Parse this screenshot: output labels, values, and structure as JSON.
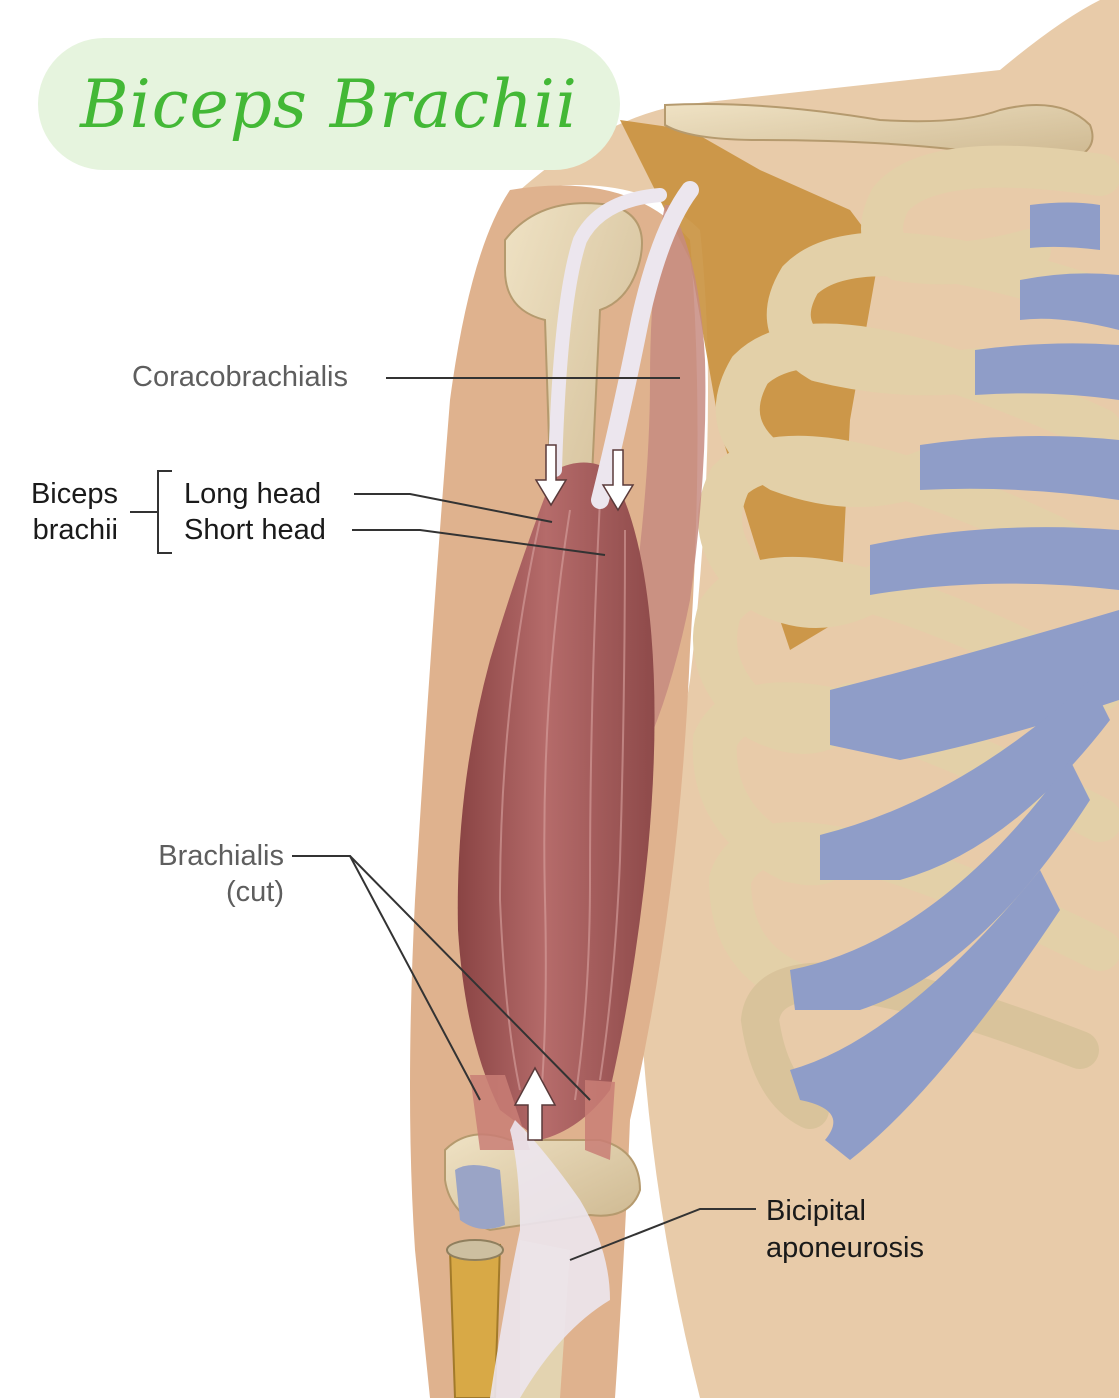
{
  "title": "Biceps Brachii",
  "labels": {
    "coracobrachialis": "Coracobrachialis",
    "biceps_line1": "Biceps",
    "biceps_line2": "brachii",
    "long_head": "Long head",
    "short_head": "Short head",
    "brachialis_line1": "Brachialis",
    "brachialis_line2": "(cut)",
    "bicipital_line1": "Bicipital",
    "bicipital_line2": "aponeurosis"
  },
  "colors": {
    "title_text": "#43b836",
    "title_background": "#e6f4de",
    "skin": "#e6c8a6",
    "bone": "#e6d6b3",
    "cartilage": "#8f9dc8",
    "muscle": "#a45c5c",
    "tendon": "#ece6ee",
    "scapula": "#c9913e"
  }
}
